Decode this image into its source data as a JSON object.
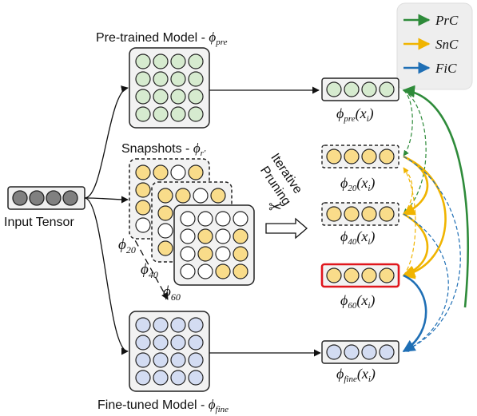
{
  "labels": {
    "pretrained_title": "Pre-trained Model - ",
    "pretrained_phi": "ϕ",
    "pretrained_sub": "pre",
    "snapshots_title": "Snapshots - ",
    "snapshots_phi": "ϕ",
    "snapshots_sub": "r′",
    "finetuned_title": "Fine-tuned Model - ",
    "finetuned_phi": "ϕ",
    "finetuned_sub": "fine",
    "input": "Input Tensor",
    "pruning_1": "Iterative",
    "pruning_2": "Pruning",
    "snap20_phi": "ϕ",
    "snap20_sub": "20",
    "snap40_phi": "ϕ",
    "snap40_sub": "40",
    "snap60_phi": "ϕ",
    "snap60_sub": "60"
  },
  "outputs": [
    {
      "phi": "ϕ",
      "sub": "pre",
      "arg": "(x",
      "arg_sub": "i",
      "close": ")"
    },
    {
      "phi": "ϕ",
      "sub": "20",
      "arg": "(x",
      "arg_sub": "i",
      "close": ")"
    },
    {
      "phi": "ϕ",
      "sub": "40",
      "arg": "(x",
      "arg_sub": "i",
      "close": ")"
    },
    {
      "phi": "ϕ",
      "sub": "60",
      "arg": "(x",
      "arg_sub": "i",
      "close": ")"
    },
    {
      "phi": "ϕ",
      "sub": "fine",
      "arg": "(x",
      "arg_sub": "i",
      "close": ")"
    }
  ],
  "legend": {
    "items": [
      {
        "label": "PrC",
        "color": "#2e8b3a"
      },
      {
        "label": "SnC",
        "color": "#f0b400"
      },
      {
        "label": "FiC",
        "color": "#1f6fb5"
      }
    ]
  },
  "colors": {
    "green_fill": "#d6ebcf",
    "yellow_fill": "#f9dc8a",
    "blue_fill": "#d3dcf2",
    "gray_fill": "#808080",
    "highlight_border": "#e0161d"
  },
  "icons": {
    "scissors": "✂"
  }
}
